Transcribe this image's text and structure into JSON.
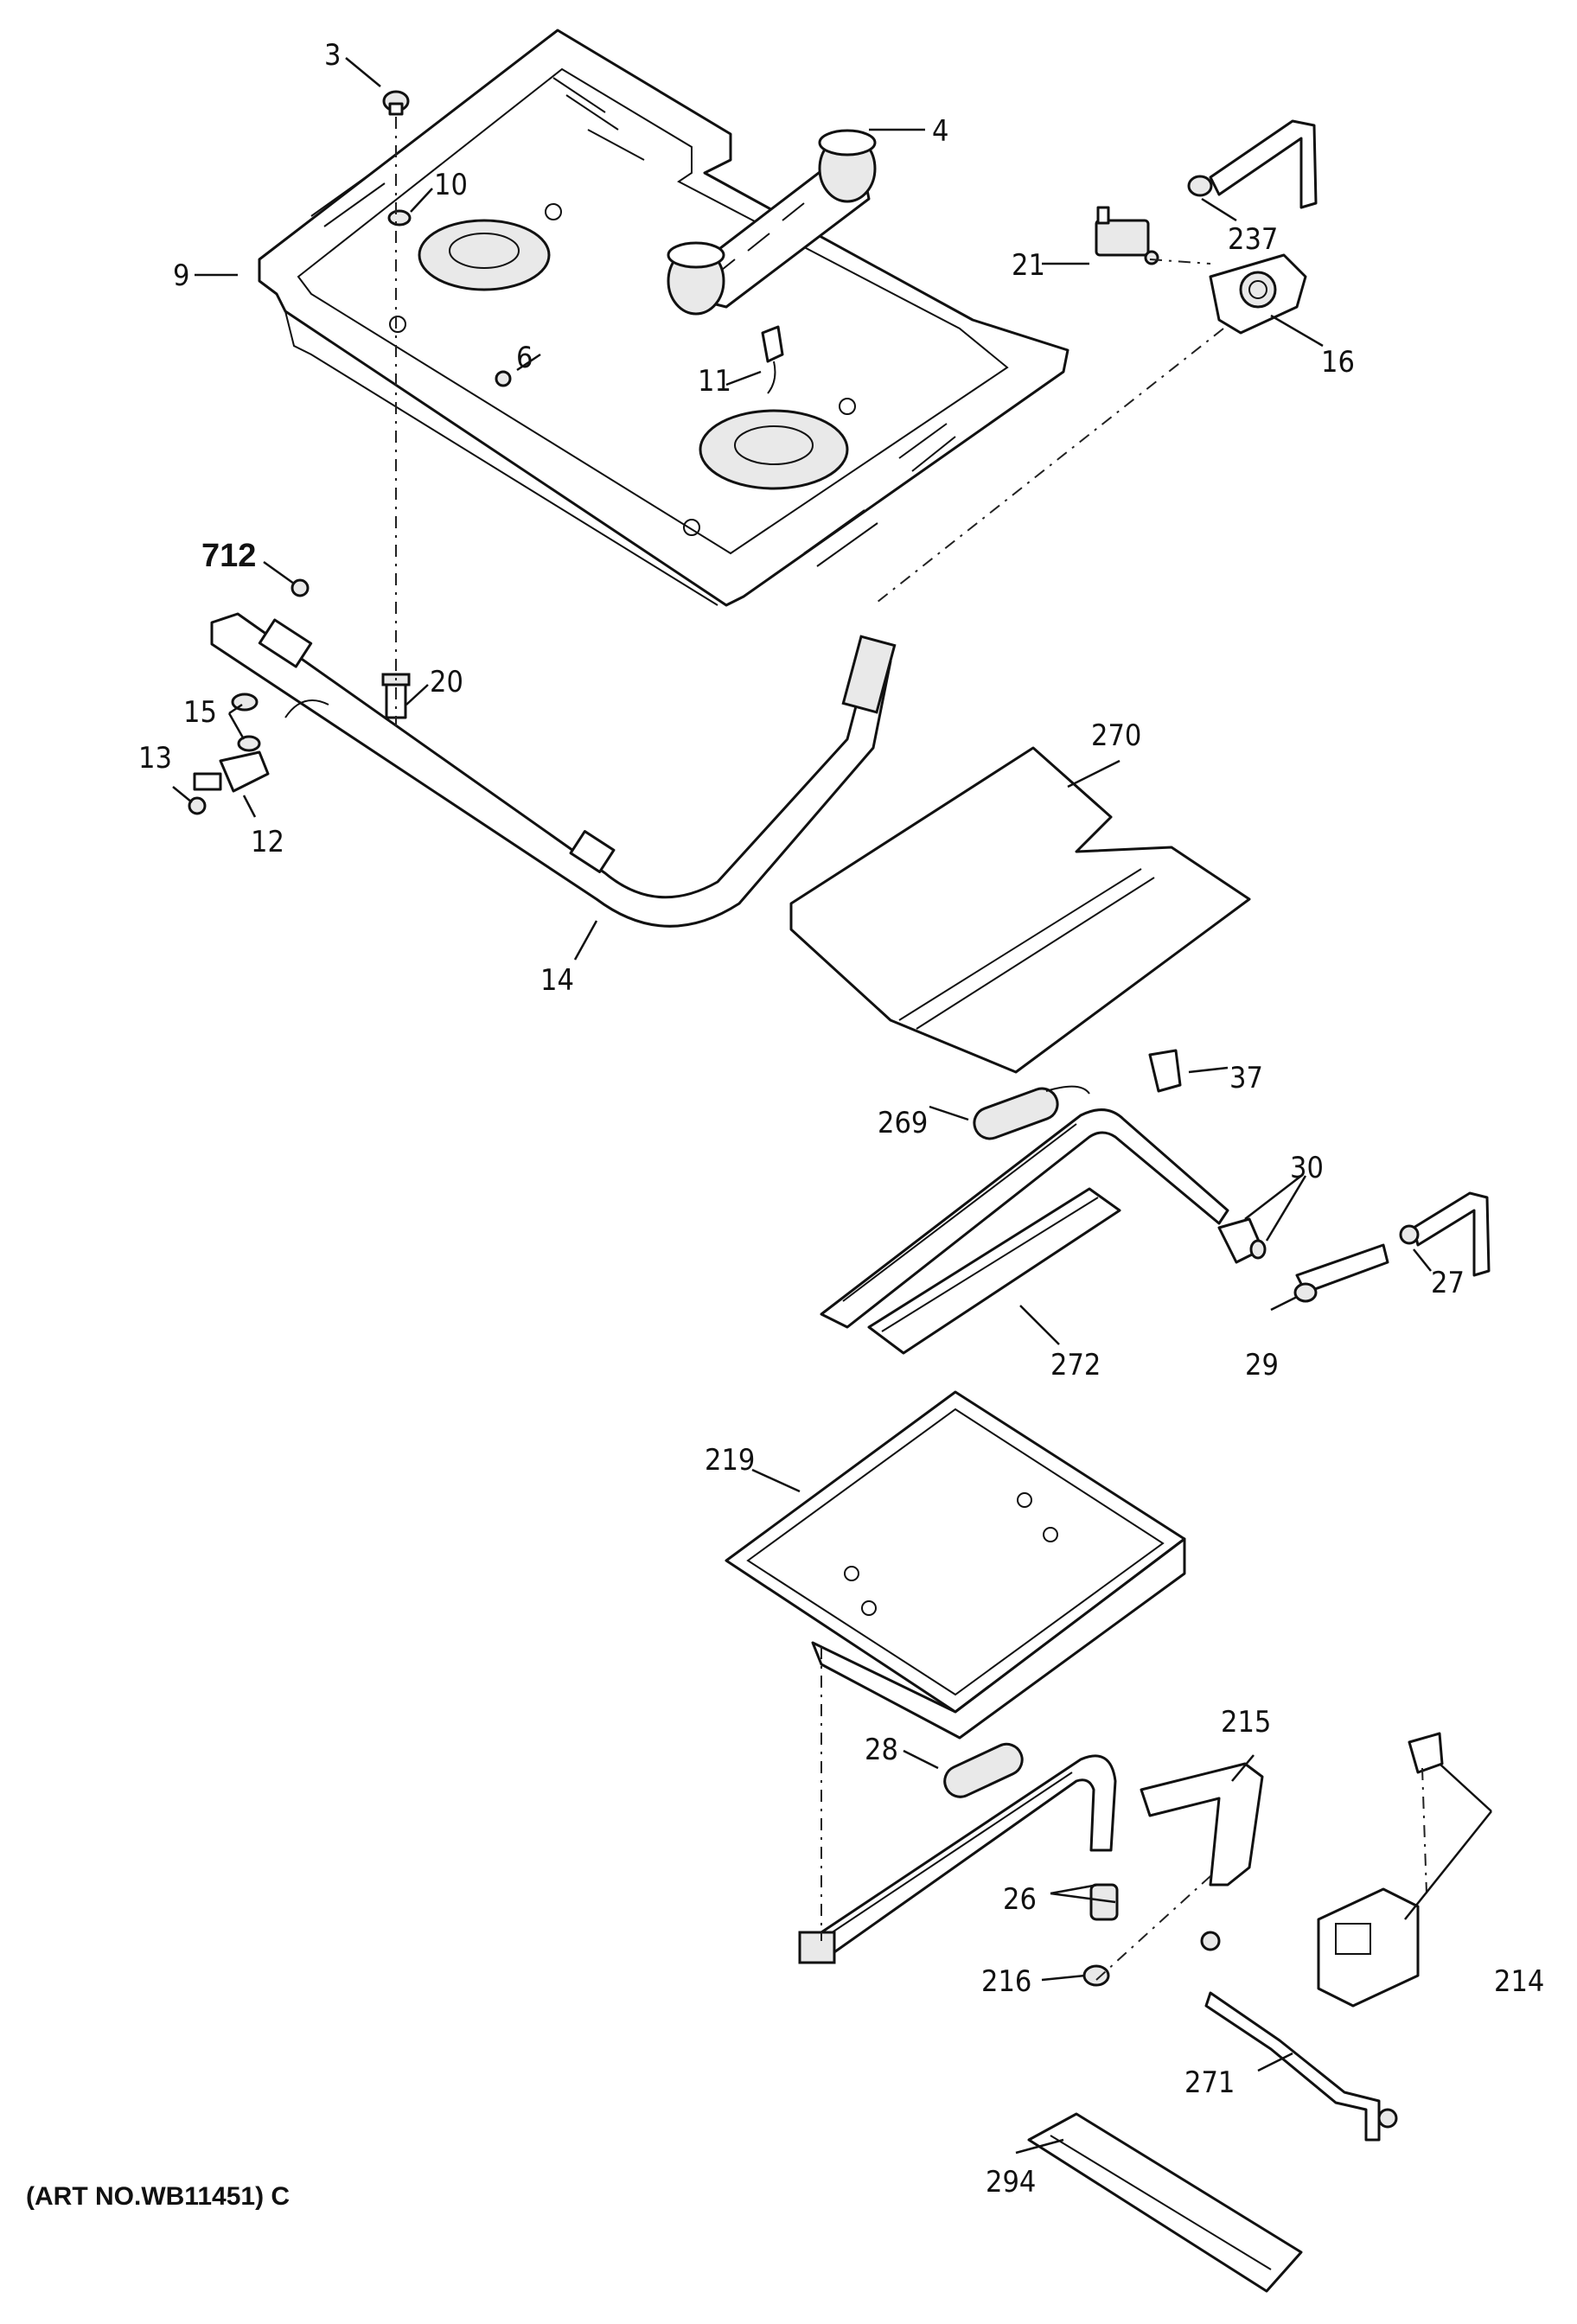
{
  "diagram": {
    "callouts": {
      "c3": "3",
      "c4": "4",
      "c10": "10",
      "c9": "9",
      "c237": "237",
      "c21": "21",
      "c16": "16",
      "c6": "6",
      "c11": "11",
      "c712": "712",
      "c20": "20",
      "c15": "15",
      "c13": "13",
      "c12": "12",
      "c14": "14",
      "c270": "270",
      "c37": "37",
      "c269": "269",
      "c30": "30",
      "c27": "27",
      "c29": "29",
      "c272": "272",
      "c219": "219",
      "c215": "215",
      "c28": "28",
      "c26": "26",
      "c216": "216",
      "c214": "214",
      "c271": "271",
      "c294": "294"
    },
    "art_number": "(ART NO.WB11451) C"
  }
}
